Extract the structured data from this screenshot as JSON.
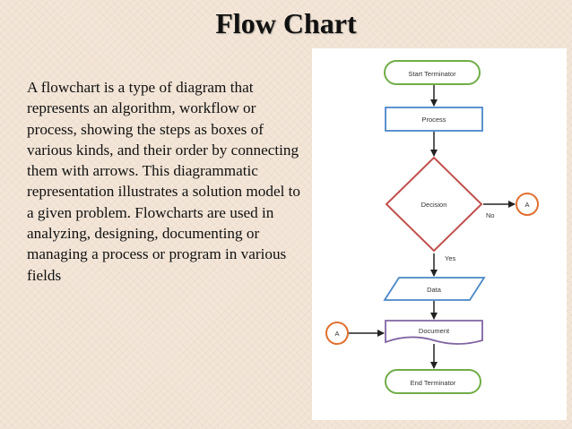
{
  "slide": {
    "title": "Flow Chart",
    "body_text": "A flowchart is a type of diagram that represents an algorithm, workflow or process, showing the steps as boxes of various kinds, and their order by connecting them with arrows. This diagrammatic representation illustrates a solution model to a given problem. Flowcharts are used in analyzing, designing, documenting or managing a process or program in various fields"
  },
  "flowchart": {
    "start_label": "Start Terminator",
    "process_label": "Process",
    "decision_label": "Decision",
    "no_label": "No",
    "connector_right_label": "A",
    "yes_label": "Yes",
    "data_label": "Data",
    "connector_left_label": "A",
    "document_label": "Document",
    "end_label": "End Terminator"
  },
  "colors": {
    "terminator": "#70ad47",
    "process": "#4a86c8",
    "decision": "#c0504d",
    "data": "#4a86c8",
    "document": "#8064a2",
    "connector": "#e07030",
    "arrow": "#222222"
  }
}
